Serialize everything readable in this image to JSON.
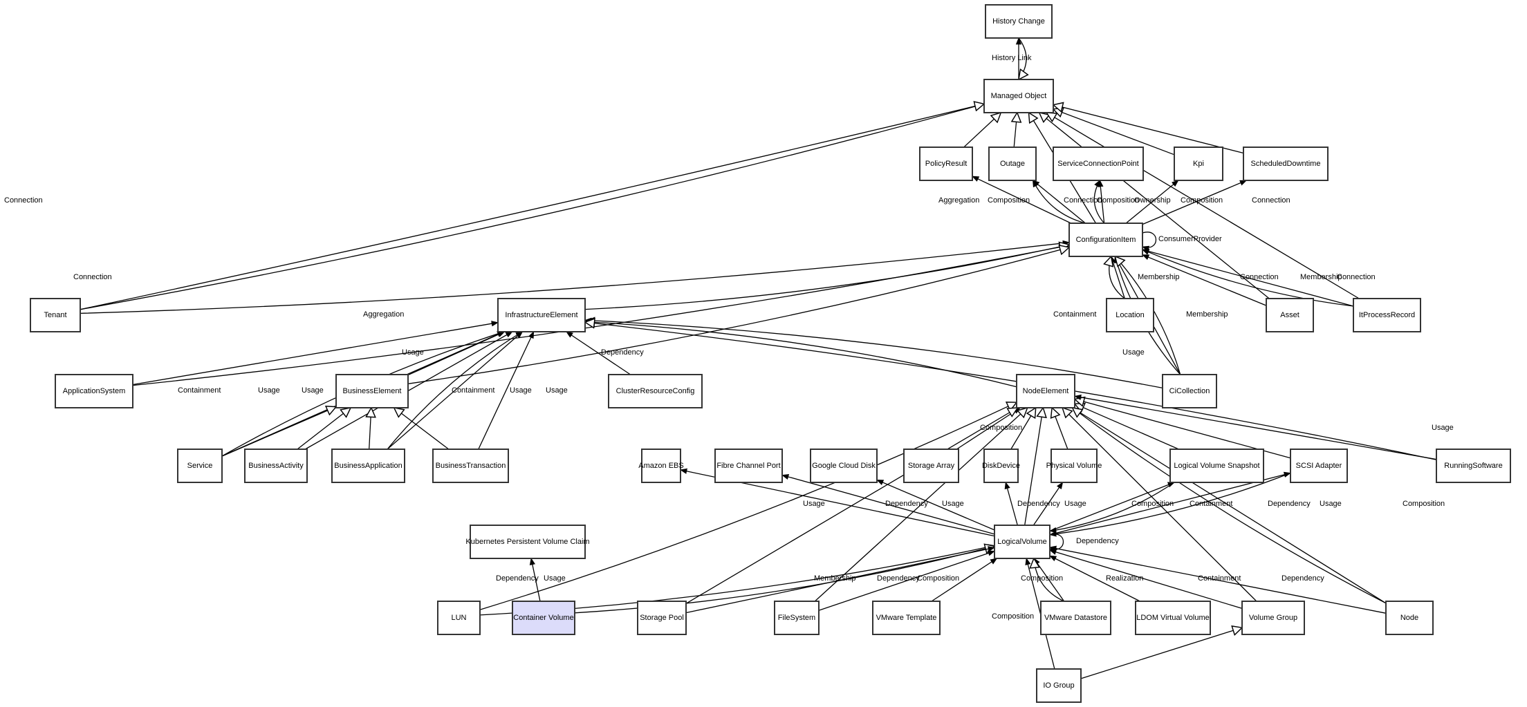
{
  "title": "Class relationship diagram",
  "colors": {
    "node_fill": "#ffffff",
    "node_stroke": "#333333",
    "highlight_fill": "#dcdcfa",
    "edge": "#000000"
  },
  "nodes": [
    {
      "id": "history_change",
      "label": "History Change"
    },
    {
      "id": "managed_object",
      "label": "Managed Object"
    },
    {
      "id": "policy_result",
      "label": "PolicyResult"
    },
    {
      "id": "outage",
      "label": "Outage"
    },
    {
      "id": "scp",
      "label": "ServiceConnectionPoint"
    },
    {
      "id": "kpi",
      "label": "Kpi"
    },
    {
      "id": "scheduled_downtime",
      "label": "ScheduledDowntime"
    },
    {
      "id": "ci",
      "label": "ConfigurationItem"
    },
    {
      "id": "tenant",
      "label": "Tenant"
    },
    {
      "id": "infra",
      "label": "InfrastructureElement"
    },
    {
      "id": "location",
      "label": "Location"
    },
    {
      "id": "asset",
      "label": "Asset"
    },
    {
      "id": "itprocess",
      "label": "ItProcessRecord"
    },
    {
      "id": "appsystem",
      "label": "ApplicationSystem"
    },
    {
      "id": "business_element",
      "label": "BusinessElement"
    },
    {
      "id": "cluster_rc",
      "label": "ClusterResourceConfig"
    },
    {
      "id": "node_element",
      "label": "NodeElement"
    },
    {
      "id": "ci_collection",
      "label": "CiCollection"
    },
    {
      "id": "service",
      "label": "Service"
    },
    {
      "id": "business_activity",
      "label": "BusinessActivity"
    },
    {
      "id": "business_application",
      "label": "BusinessApplication"
    },
    {
      "id": "business_transaction",
      "label": "BusinessTransaction"
    },
    {
      "id": "amazon_ebs",
      "label": "Amazon EBS"
    },
    {
      "id": "fibre_channel",
      "label": "Fibre Channel Port"
    },
    {
      "id": "gcd",
      "label": "Google Cloud Disk"
    },
    {
      "id": "storage_array",
      "label": "Storage Array"
    },
    {
      "id": "disk_device",
      "label": "DiskDevice"
    },
    {
      "id": "physical_volume",
      "label": "Physical Volume"
    },
    {
      "id": "lv_snapshot",
      "label": "Logical Volume Snapshot"
    },
    {
      "id": "scsi",
      "label": "SCSI Adapter"
    },
    {
      "id": "running_software",
      "label": "RunningSoftware"
    },
    {
      "id": "k8s_pvc",
      "label": "Kubernetes Persistent Volume Claim"
    },
    {
      "id": "logical_volume",
      "label": "LogicalVolume"
    },
    {
      "id": "lun",
      "label": "LUN"
    },
    {
      "id": "container_volume",
      "label": "Container Volume",
      "highlighted": true
    },
    {
      "id": "storage_pool",
      "label": "Storage Pool"
    },
    {
      "id": "filesystem",
      "label": "FileSystem"
    },
    {
      "id": "vmware_template",
      "label": "VMware Template"
    },
    {
      "id": "vmware_datastore",
      "label": "VMware Datastore"
    },
    {
      "id": "ldom",
      "label": "LDOM Virtual Volume"
    },
    {
      "id": "volume_group",
      "label": "Volume Group"
    },
    {
      "id": "node",
      "label": "Node"
    },
    {
      "id": "io_group",
      "label": "IO Group"
    }
  ],
  "edges": [
    {
      "from": "managed_object",
      "to": "history_change",
      "label": "History Link",
      "kind": "association"
    },
    {
      "from": "history_change",
      "to": "managed_object",
      "label": "",
      "kind": "inheritance"
    },
    {
      "from": "policy_result",
      "to": "managed_object",
      "label": "",
      "kind": "inheritance"
    },
    {
      "from": "outage",
      "to": "managed_object",
      "label": "",
      "kind": "inheritance"
    },
    {
      "from": "kpi",
      "to": "managed_object",
      "label": "",
      "kind": "inheritance"
    },
    {
      "from": "scheduled_downtime",
      "to": "managed_object",
      "label": "",
      "kind": "inheritance"
    },
    {
      "from": "ci",
      "to": "managed_object",
      "label": "",
      "kind": "inheritance"
    },
    {
      "from": "tenant",
      "to": "managed_object",
      "label": "Connection",
      "kind": "association"
    },
    {
      "from": "tenant",
      "to": "managed_object",
      "label": "",
      "kind": "inheritance"
    },
    {
      "from": "asset",
      "to": "managed_object",
      "label": "",
      "kind": "inheritance"
    },
    {
      "from": "itprocess",
      "to": "managed_object",
      "label": "",
      "kind": "inheritance"
    },
    {
      "from": "ci",
      "to": "policy_result",
      "label": "Aggregation",
      "kind": "association"
    },
    {
      "from": "ci",
      "to": "outage",
      "label": "Composition",
      "kind": "association"
    },
    {
      "from": "ci",
      "to": "outage",
      "label": "Connection",
      "kind": "association"
    },
    {
      "from": "ci",
      "to": "scp",
      "label": "Composition",
      "kind": "association"
    },
    {
      "from": "ci",
      "to": "scp",
      "label": "Ownership",
      "kind": "association"
    },
    {
      "from": "ci",
      "to": "kpi",
      "label": "Composition",
      "kind": "association"
    },
    {
      "from": "ci",
      "to": "scheduled_downtime",
      "label": "Connection",
      "kind": "association"
    },
    {
      "from": "ci",
      "to": "ci",
      "label": "ConsumerProvider",
      "kind": "association"
    },
    {
      "from": "tenant",
      "to": "ci",
      "label": "Connection",
      "kind": "association"
    },
    {
      "from": "appsystem",
      "to": "ci",
      "label": "",
      "kind": "inheritance"
    },
    {
      "from": "infra",
      "to": "ci",
      "label": "",
      "kind": "inheritance"
    },
    {
      "from": "business_element",
      "to": "ci",
      "label": "",
      "kind": "inheritance"
    },
    {
      "from": "location",
      "to": "ci",
      "label": "Membership",
      "kind": "association"
    },
    {
      "from": "location",
      "to": "ci",
      "label": "",
      "kind": "inheritance"
    },
    {
      "from": "ci_collection",
      "to": "ci",
      "label": "Containment",
      "kind": "association"
    },
    {
      "from": "ci_collection",
      "to": "ci",
      "label": "Membership",
      "kind": "association"
    },
    {
      "from": "ci_collection",
      "to": "ci",
      "label": "",
      "kind": "inheritance"
    },
    {
      "from": "asset",
      "to": "ci",
      "label": "Connection",
      "kind": "association"
    },
    {
      "from": "itprocess",
      "to": "ci",
      "label": "Membership",
      "kind": "association"
    },
    {
      "from": "itprocess",
      "to": "ci",
      "label": "Connection",
      "kind": "association"
    },
    {
      "from": "appsystem",
      "to": "infra",
      "label": "Aggregation",
      "kind": "association"
    },
    {
      "from": "service",
      "to": "infra",
      "label": "Containment",
      "kind": "association"
    },
    {
      "from": "service",
      "to": "infra",
      "label": "Usage",
      "kind": "association"
    },
    {
      "from": "business_activity",
      "to": "infra",
      "label": "Usage",
      "kind": "association"
    },
    {
      "from": "business_element",
      "to": "infra",
      "label": "Usage",
      "kind": "association"
    },
    {
      "from": "business_application",
      "to": "infra",
      "label": "Containment",
      "kind": "association"
    },
    {
      "from": "business_application",
      "to": "infra",
      "label": "Usage",
      "kind": "association"
    },
    {
      "from": "business_transaction",
      "to": "infra",
      "label": "Usage",
      "kind": "association"
    },
    {
      "from": "cluster_rc",
      "to": "infra",
      "label": "Dependency",
      "kind": "association"
    },
    {
      "from": "node_element",
      "to": "infra",
      "label": "",
      "kind": "inheritance"
    },
    {
      "from": "ci_collection",
      "to": "infra",
      "label": "Usage",
      "kind": "association"
    },
    {
      "from": "running_software",
      "to": "infra",
      "label": "",
      "kind": "inheritance"
    },
    {
      "from": "service",
      "to": "business_element",
      "label": "",
      "kind": "inheritance"
    },
    {
      "from": "business_activity",
      "to": "business_element",
      "label": "",
      "kind": "inheritance"
    },
    {
      "from": "business_application",
      "to": "business_element",
      "label": "",
      "kind": "inheritance"
    },
    {
      "from": "business_transaction",
      "to": "business_element",
      "label": "",
      "kind": "inheritance"
    },
    {
      "from": "storage_array",
      "to": "node_element",
      "label": "Composition",
      "kind": "association"
    },
    {
      "from": "disk_device",
      "to": "node_element",
      "label": "",
      "kind": "inheritance"
    },
    {
      "from": "physical_volume",
      "to": "node_element",
      "label": "",
      "kind": "inheritance"
    },
    {
      "from": "lv_snapshot",
      "to": "node_element",
      "label": "",
      "kind": "inheritance"
    },
    {
      "from": "scsi",
      "to": "node_element",
      "label": "",
      "kind": "inheritance"
    },
    {
      "from": "running_software",
      "to": "node_element",
      "label": "Usage",
      "kind": "association"
    },
    {
      "from": "node",
      "to": "node_element",
      "label": "Composition",
      "kind": "association"
    },
    {
      "from": "node",
      "to": "node_element",
      "label": "",
      "kind": "inheritance"
    },
    {
      "from": "logical_volume",
      "to": "node_element",
      "label": "",
      "kind": "inheritance"
    },
    {
      "from": "volume_group",
      "to": "node_element",
      "label": "",
      "kind": "inheritance"
    },
    {
      "from": "lun",
      "to": "node_element",
      "label": "",
      "kind": "inheritance"
    },
    {
      "from": "storage_pool",
      "to": "node_element",
      "label": "",
      "kind": "inheritance"
    },
    {
      "from": "filesystem",
      "to": "node_element",
      "label": "",
      "kind": "inheritance"
    },
    {
      "from": "logical_volume",
      "to": "amazon_ebs",
      "label": "Usage",
      "kind": "association"
    },
    {
      "from": "logical_volume",
      "to": "fibre_channel",
      "label": "Dependency",
      "kind": "association"
    },
    {
      "from": "logical_volume",
      "to": "gcd",
      "label": "Usage",
      "kind": "association"
    },
    {
      "from": "logical_volume",
      "to": "disk_device",
      "label": "Dependency",
      "kind": "association"
    },
    {
      "from": "logical_volume",
      "to": "physical_volume",
      "label": "Usage",
      "kind": "association"
    },
    {
      "from": "logical_volume",
      "to": "lv_snapshot",
      "label": "Composition",
      "kind": "association"
    },
    {
      "from": "lv_snapshot",
      "to": "logical_volume",
      "label": "Containment",
      "kind": "association"
    },
    {
      "from": "logical_volume",
      "to": "scsi",
      "label": "Dependency",
      "kind": "association"
    },
    {
      "from": "scsi",
      "to": "logical_volume",
      "label": "Usage",
      "kind": "association"
    },
    {
      "from": "logical_volume",
      "to": "logical_volume",
      "label": "Dependency",
      "kind": "association"
    },
    {
      "from": "container_volume",
      "to": "k8s_pvc",
      "label": "Usage",
      "kind": "association"
    },
    {
      "from": "lun",
      "to": "logical_volume",
      "label": "Dependency",
      "kind": "association"
    },
    {
      "from": "container_volume",
      "to": "logical_volume",
      "label": "",
      "kind": "inheritance"
    },
    {
      "from": "storage_pool",
      "to": "logical_volume",
      "label": "Membership",
      "kind": "association"
    },
    {
      "from": "filesystem",
      "to": "logical_volume",
      "label": "Dependency",
      "kind": "association"
    },
    {
      "from": "vmware_template",
      "to": "logical_volume",
      "label": "Composition",
      "kind": "association"
    },
    {
      "from": "vmware_datastore",
      "to": "logical_volume",
      "label": "Composition",
      "kind": "association"
    },
    {
      "from": "vmware_datastore",
      "to": "logical_volume",
      "label": "",
      "kind": "inheritance"
    },
    {
      "from": "ldom",
      "to": "logical_volume",
      "label": "Realization",
      "kind": "association"
    },
    {
      "from": "volume_group",
      "to": "logical_volume",
      "label": "Containment",
      "kind": "association"
    },
    {
      "from": "node",
      "to": "logical_volume",
      "label": "Dependency",
      "kind": "association"
    },
    {
      "from": "io_group",
      "to": "logical_volume",
      "label": "Composition",
      "kind": "association"
    },
    {
      "from": "io_group",
      "to": "volume_group",
      "label": "",
      "kind": "inheritance"
    }
  ]
}
